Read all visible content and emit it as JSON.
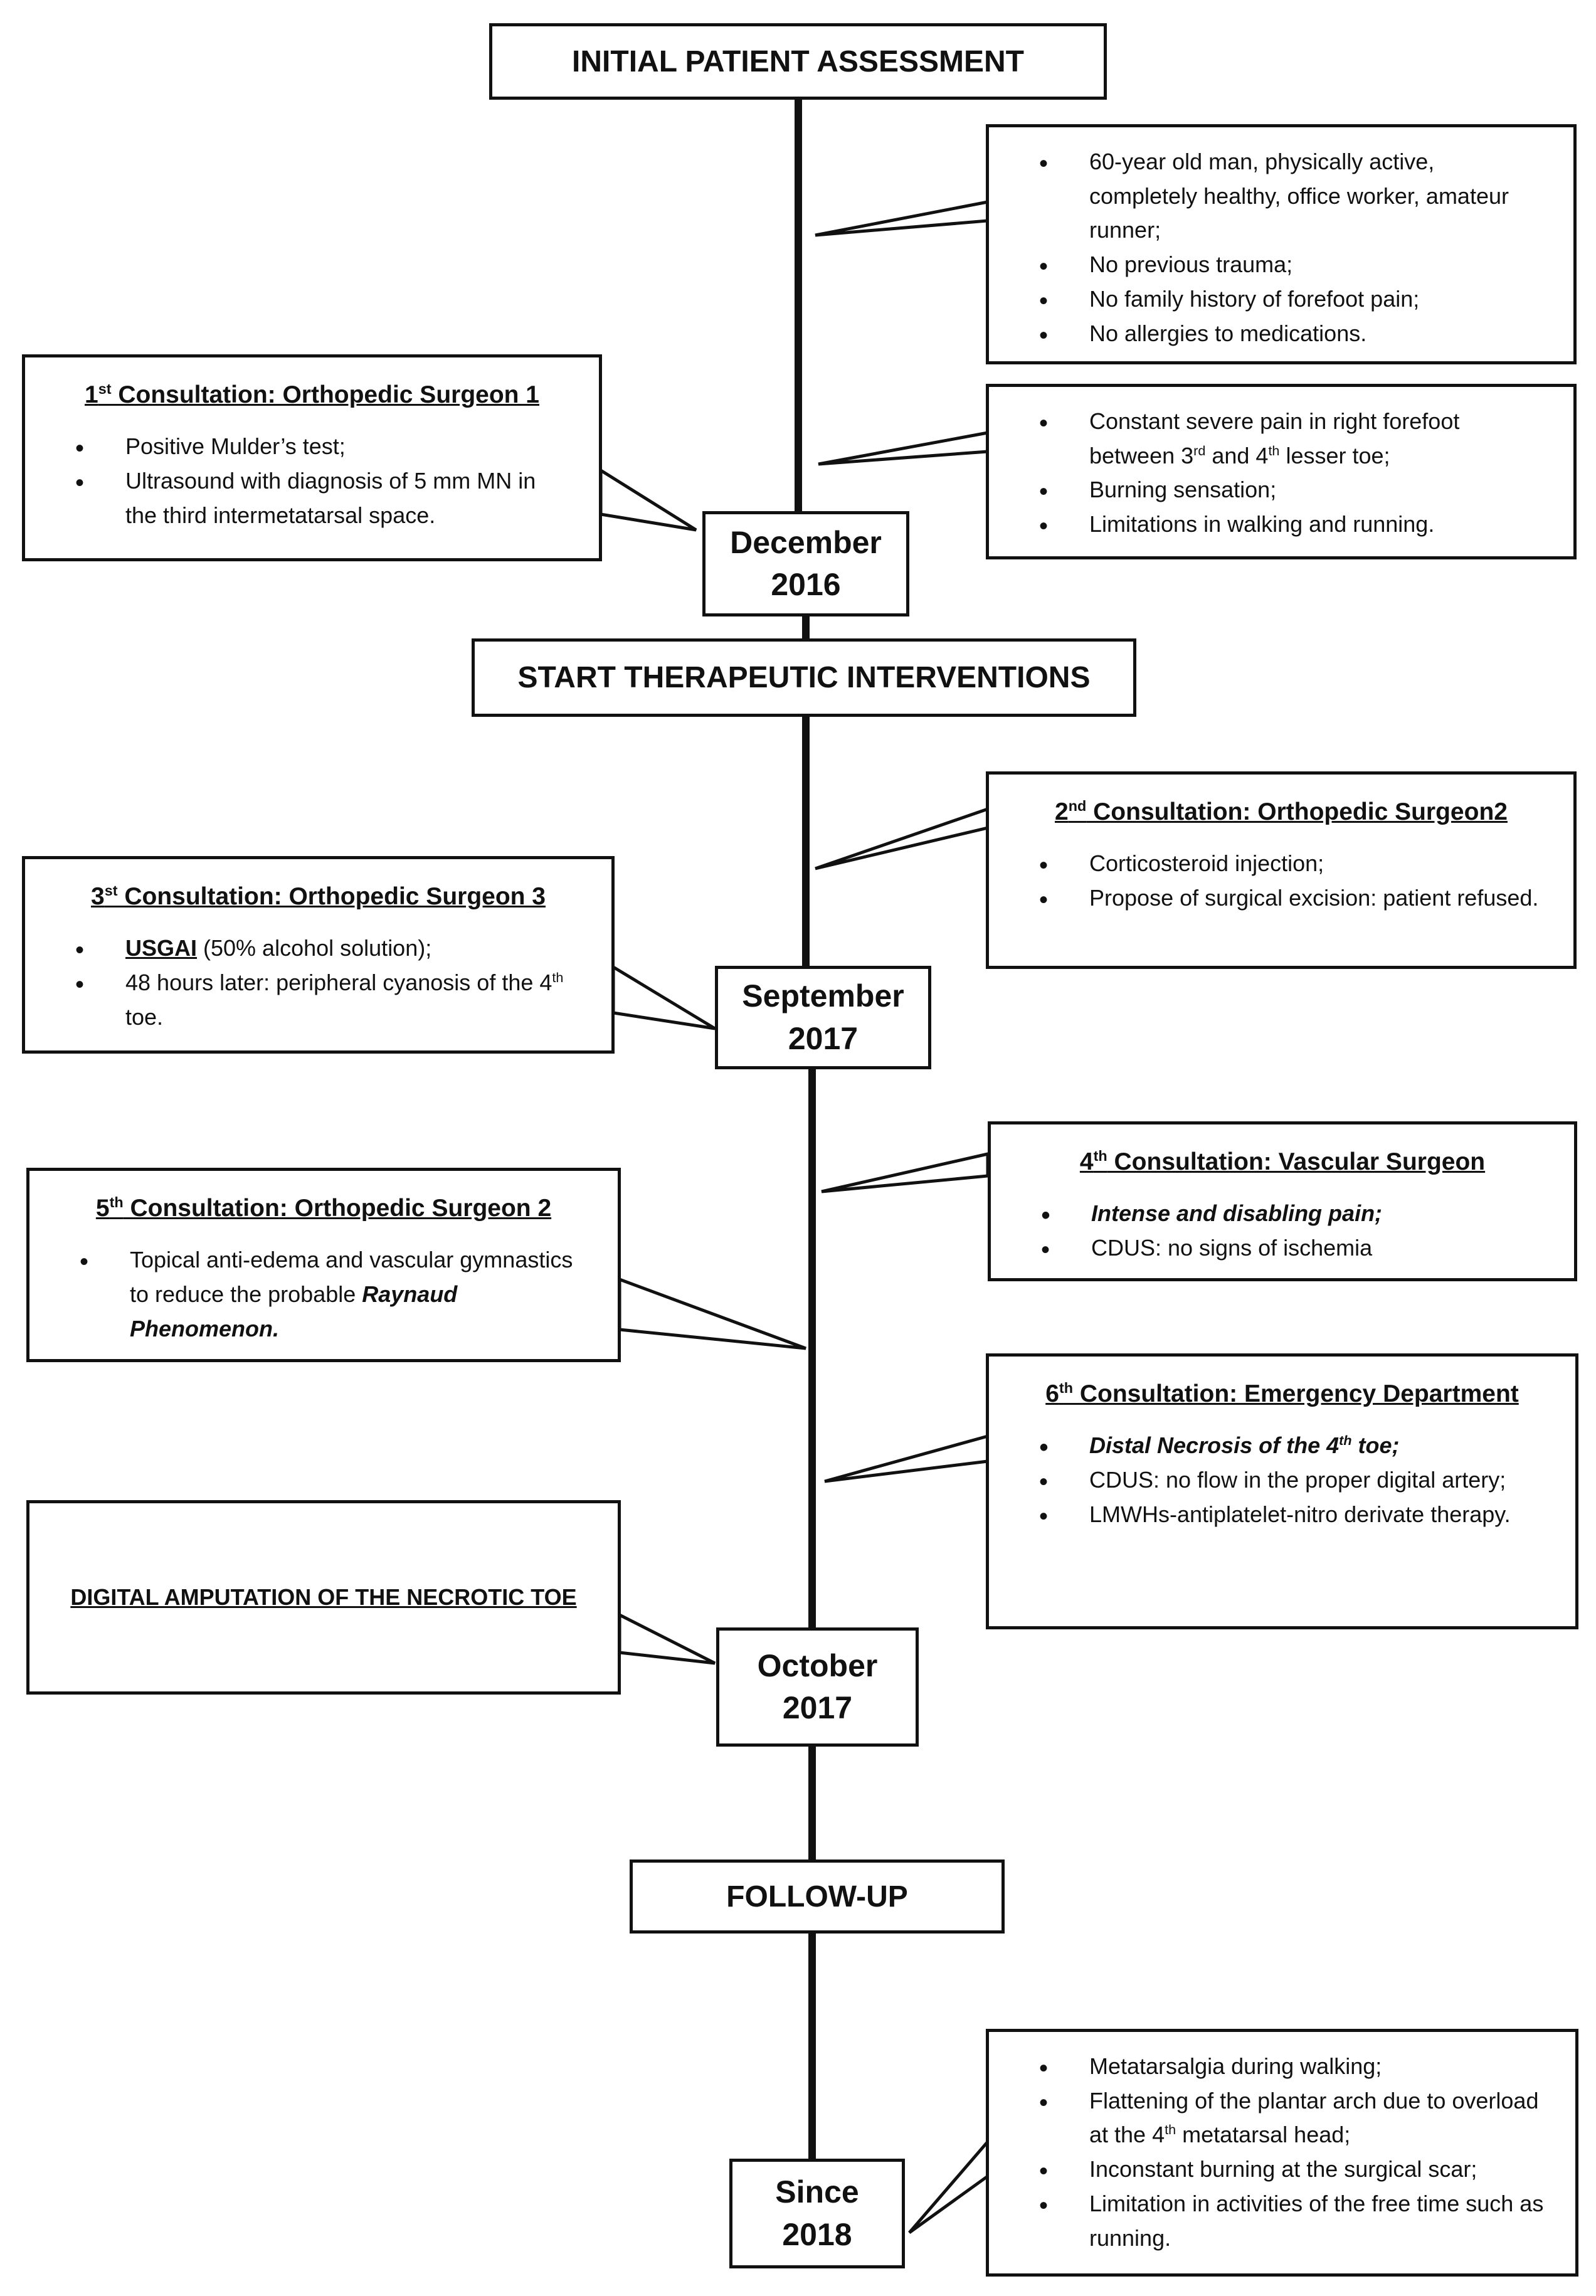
{
  "stages": {
    "initial": "INITIAL PATIENT ASSESSMENT",
    "therapeutic": "START THERAPEUTIC INTERVENTIONS",
    "followup": "FOLLOW-UP"
  },
  "dates": {
    "dec2016": {
      "month": "December",
      "year": "2016"
    },
    "sep2017": {
      "month": "September",
      "year": "2017"
    },
    "oct2017": {
      "month": "October",
      "year": "2017"
    },
    "since2018": {
      "month": "Since",
      "year": "2018"
    }
  },
  "patient_profile": [
    "60-year old man, physically active, completely healthy, office worker, amateur runner;",
    "No previous trauma;",
    "No family history of forefoot pain;",
    "No allergies to medications."
  ],
  "symptoms": {
    "item1_pre": "Constant severe pain in right forefoot between 3",
    "item1_sup1": "rd",
    "item1_mid": " and 4",
    "item1_sup2": "th",
    "item1_post": " lesser toe;",
    "item2": "Burning sensation;",
    "item3": "Limitations in walking and running."
  },
  "consult1": {
    "num": "1",
    "sup": "st",
    "title": " Consultation: Orthopedic Surgeon 1",
    "items": [
      "Positive Mulder’s test;",
      "Ultrasound with diagnosis of 5 mm MN in the third intermetatarsal space."
    ]
  },
  "consult2": {
    "num": "2",
    "sup": "nd",
    "title": " Consultation: Orthopedic Surgeon2",
    "items": [
      "Corticosteroid injection;",
      "Propose of surgical excision: patient refused."
    ]
  },
  "consult3": {
    "num": "3",
    "sup": "st",
    "title": " Consultation: Orthopedic Surgeon 3",
    "item1_bold": "USGAI",
    "item1_rest": " (50% alcohol solution);",
    "item2_pre": "48 hours later: peripheral cyanosis of the 4",
    "item2_sup": "th",
    "item2_post": " toe."
  },
  "consult4": {
    "num": "4",
    "sup": "th",
    "title": " Consultation: Vascular Surgeon",
    "item1": "Intense and disabling pain;",
    "item2": "CDUS: no signs of ischemia"
  },
  "consult5": {
    "num": "5",
    "sup": "th",
    "title": " Consultation: Orthopedic Surgeon 2",
    "item1_pre": "Topical anti-edema and vascular gymnastics to reduce the probable ",
    "item1_em": "Raynaud Phenomenon."
  },
  "consult6": {
    "num": "6",
    "sup": "th",
    "title": " Consultation: Emergency Department",
    "item1_pre": "Distal Necrosis of the 4",
    "item1_sup": "th",
    "item1_post": " toe;",
    "item2": "CDUS: no flow in the proper digital artery;",
    "item3": "LMWHs-antiplatelet-nitro derivate therapy."
  },
  "amputation": "DIGITAL AMPUTATION OF THE NECROTIC TOE",
  "followup_items": {
    "item1": "Metatarsalgia during walking;",
    "item2_pre": "Flattening of the plantar arch due to overload at the 4",
    "item2_sup": "th",
    "item2_post": " metatarsal head;",
    "item3": "Inconstant burning at the surgical scar;",
    "item4": "Limitation in activities of the free time such as running."
  }
}
